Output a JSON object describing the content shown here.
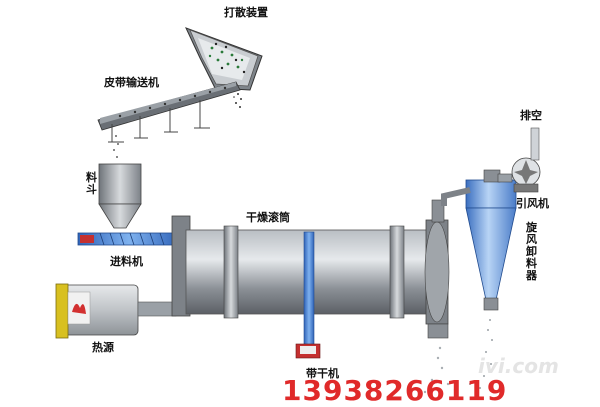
{
  "labels": {
    "scatter_device": "打散装置",
    "belt_conveyor": "皮带输送机",
    "hopper": "料斗",
    "feeder": "进料机",
    "heat_source": "热源",
    "dryer_drum": "干燥滚筒",
    "exhaust": "排空",
    "induced_fan": "引风机",
    "cyclone": "旋风卸料器",
    "driver": "带干机"
  },
  "contact": {
    "phone": "13938266119"
  },
  "watermark": "ivi.com",
  "colors": {
    "drum": "#9aa0a6",
    "accent": "#2f6fd0",
    "heat": "#d8c020",
    "phone": "#e02a2a"
  }
}
